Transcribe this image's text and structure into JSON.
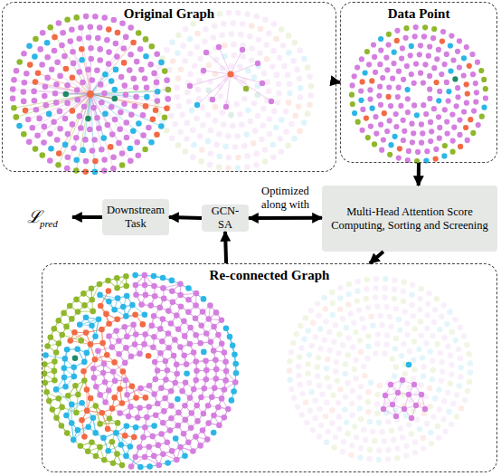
{
  "diagram": {
    "nodes": [
      {
        "text": [
          "Original Graph"
        ]
      },
      {
        "text": [
          "Data Point"
        ]
      },
      {
        "text": [
          "Multi-Head Attention Score Computing, Sorting and Screening"
        ]
      },
      {
        "text": [
          "GCN-SA"
        ]
      },
      {
        "text": [
          "Downstream Task"
        ]
      },
      {
        "text": [
          "Re-connected Graph"
        ]
      }
    ],
    "edges": [
      {
        "from": 0,
        "to": 1,
        "arrow": "to"
      },
      {
        "from": 1,
        "to": 2,
        "arrow": "to"
      },
      {
        "from": 2,
        "to": 5,
        "arrow": "to"
      },
      {
        "from": 5,
        "to": 3,
        "arrow": "to"
      },
      {
        "from": 3,
        "to": 4,
        "arrow": "to"
      },
      {
        "from": 3,
        "to": 2,
        "label": "Optimized along with",
        "arrow": "both"
      }
    ],
    "labels": [
      "ℒ",
      "pred"
    ]
  }
}
